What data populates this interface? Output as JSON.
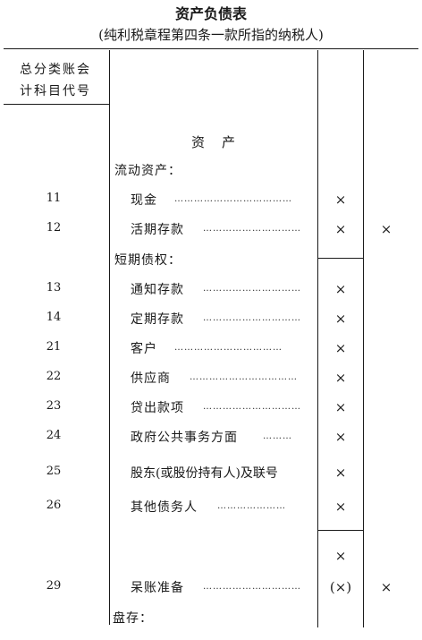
{
  "document": {
    "title": "资产负债表",
    "subtitle": "(纯利税章程第四条一款所指的纳税人)",
    "header": {
      "code_col_line1": "总分类账会",
      "code_col_line2": "计科目代号",
      "section_title": "资　产"
    },
    "groups": {
      "current_assets": "流动资产：",
      "short_term_claims": "短期债权：",
      "inventory": "盘存："
    },
    "marks": {
      "x": "×",
      "x_paren": "(×)"
    },
    "rows": [
      {
        "code": "11",
        "label": "现金",
        "dots": "………………………………"
      },
      {
        "code": "12",
        "label": "活期存款",
        "dots": "…………………………"
      },
      {
        "code": "13",
        "label": "通知存款",
        "dots": "…………………………"
      },
      {
        "code": "14",
        "label": "定期存款",
        "dots": "…………………………"
      },
      {
        "code": "21",
        "label": "客户",
        "dots": "……………………………"
      },
      {
        "code": "22",
        "label": "供应商",
        "dots": "……………………………"
      },
      {
        "code": "23",
        "label": "贷出款项",
        "dots": "…………………………"
      },
      {
        "code": "24",
        "label": "政府公共事务方面",
        "dots": "………"
      },
      {
        "code": "25",
        "label": "股东(或股份持有人)及联号",
        "dots": ""
      },
      {
        "code": "26",
        "label": "其他债务人",
        "dots": "…………………"
      },
      {
        "code": "29",
        "label": "呆账准备",
        "dots": "…………………………"
      }
    ]
  }
}
